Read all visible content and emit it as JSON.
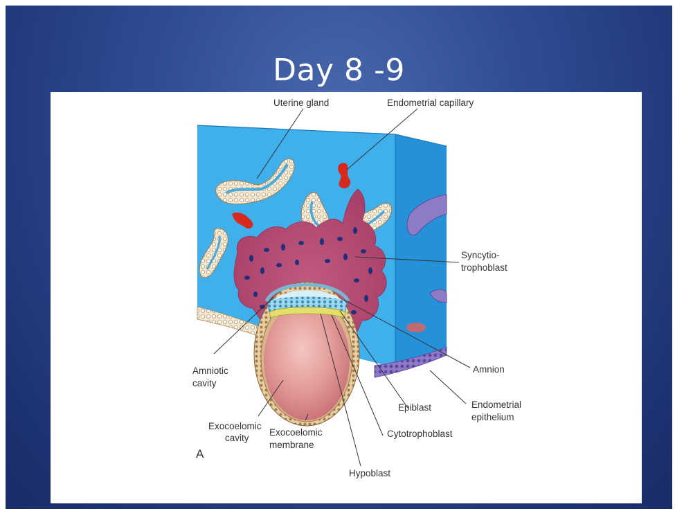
{
  "slide": {
    "title": "Day 8 -9",
    "background_color": "#2f4c93",
    "title_color": "#ffffff"
  },
  "diagram": {
    "panel_letter": "A",
    "labels": {
      "uterine_gland": "Uterine gland",
      "endometrial_capillary": "Endometrial capillary",
      "syncytiotrophoblast_line1": "Syncytio-",
      "syncytiotrophoblast_line2": "trophoblast",
      "amnion": "Amnion",
      "amniotic_cavity_line1": "Amniotic",
      "amniotic_cavity_line2": "cavity",
      "exocoelomic_cavity_line1": "Exocoelomic",
      "exocoelomic_cavity_line2": "cavity",
      "exocoelomic_membrane_line1": "Exocoelomic",
      "exocoelomic_membrane_line2": "membrane",
      "hypoblast": "Hypoblast",
      "cytotrophoblast": "Cytotrophoblast",
      "epiblast": "Epiblast",
      "endometrial_epithelium_line1": "Endometrial",
      "endometrial_epithelium_line2": "epithelium"
    },
    "colors": {
      "endometrium_front": "#3fb0ec",
      "endometrium_side": "#2591d8",
      "syncytiotrophoblast": "#b2476f",
      "exocoelomic_cavity": "#e08e8e",
      "capillary": "#d62a1f"
    }
  }
}
